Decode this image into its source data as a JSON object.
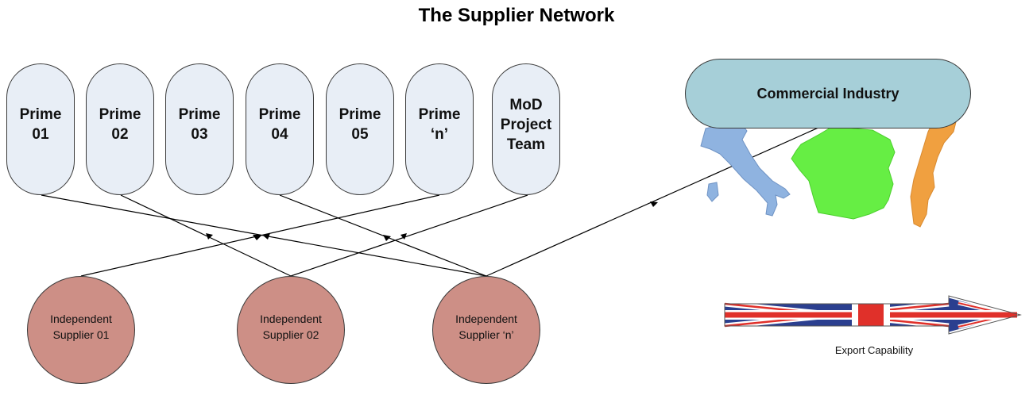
{
  "title": "The Supplier Network",
  "primes": [
    {
      "label": "Prime\n01"
    },
    {
      "label": "Prime\n02"
    },
    {
      "label": "Prime\n03"
    },
    {
      "label": "Prime\n04"
    },
    {
      "label": "Prime\n05"
    },
    {
      "label": "Prime\n‘n’"
    },
    {
      "label": "MoD\nProject\nTeam"
    }
  ],
  "commercial": {
    "label": "Commercial Industry"
  },
  "suppliers": [
    {
      "label": "Independent\nSupplier 01"
    },
    {
      "label": "Independent\nSupplier 02"
    },
    {
      "label": "Independent\nSupplier ‘n’"
    }
  ],
  "export": {
    "label": "Export Capability"
  },
  "colors": {
    "prime_fill": "#e8eef6",
    "commercial_fill": "#a6cfd8",
    "supplier_fill": "#cd8f86",
    "italy": "#8fb3e0",
    "france": "#66ee44",
    "sweden": "#f0a040",
    "flag_blue": "#2b3f8f",
    "flag_red": "#e0302a"
  },
  "icons": [
    "italy-map-icon",
    "france-map-icon",
    "sweden-map-icon",
    "union-flag-arrow-icon"
  ]
}
